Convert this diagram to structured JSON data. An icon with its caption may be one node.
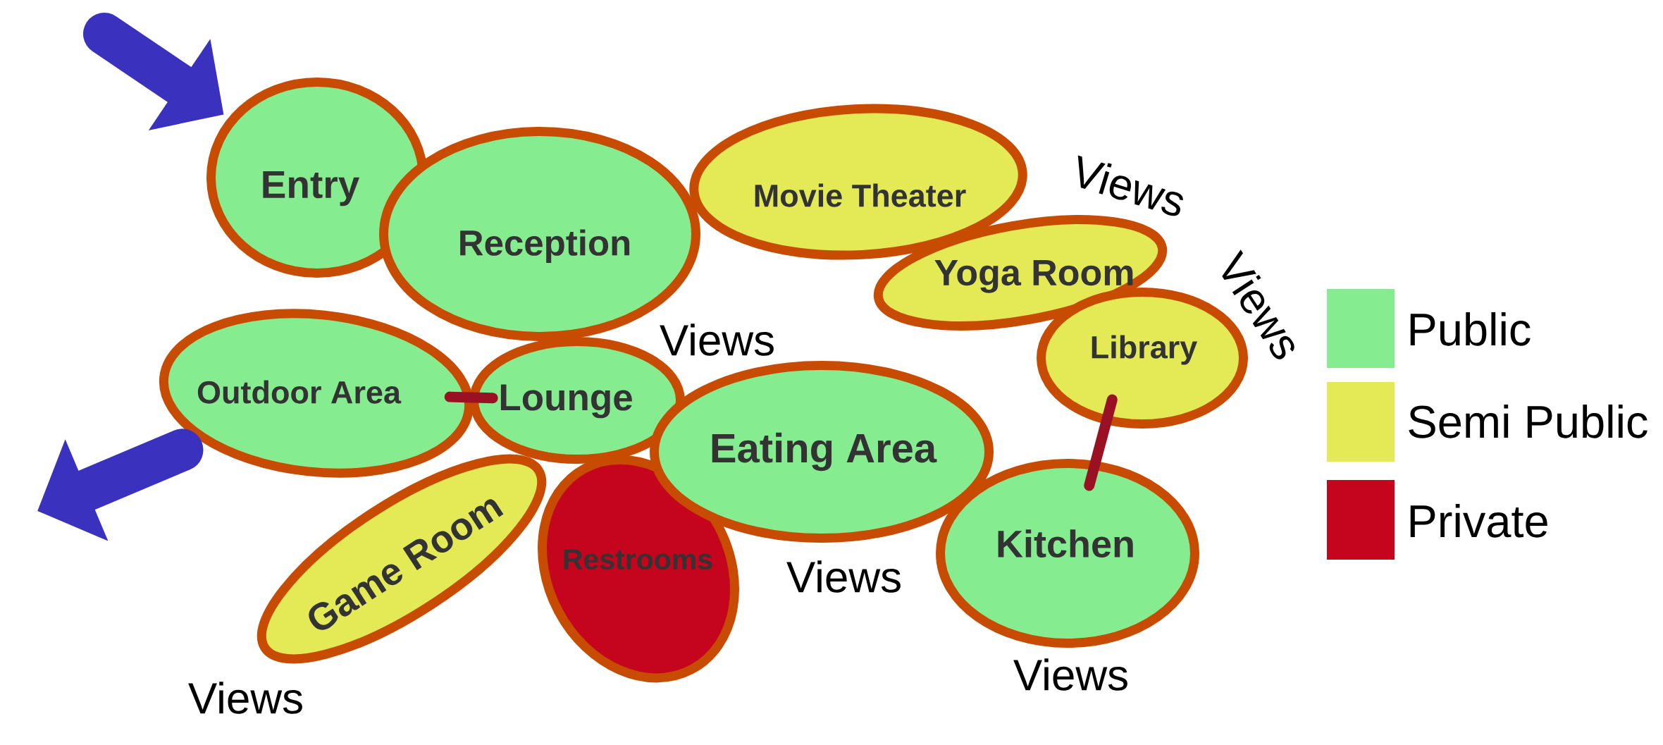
{
  "diagram": {
    "nodes": [
      {
        "text": [
          "Entry"
        ]
      },
      {
        "text": [
          "Reception"
        ]
      },
      {
        "text": [
          "Movie Theater"
        ]
      },
      {
        "text": [
          "Yoga Room"
        ]
      },
      {
        "text": [
          "Library"
        ]
      },
      {
        "text": [
          "Outdoor Area"
        ]
      },
      {
        "text": [
          "Lounge"
        ]
      },
      {
        "text": [
          "Eating Area"
        ]
      },
      {
        "text": [
          "Kitchen"
        ]
      },
      {
        "text": [
          "Game Room"
        ]
      },
      {
        "text": [
          "Restrooms"
        ]
      }
    ],
    "edges": [
      {
        "from": null,
        "to": 0,
        "arrow": "to",
        "style": "thick",
        "color": "#3a31bf"
      },
      {
        "from": 5,
        "to": null,
        "arrow": "to",
        "style": "thick",
        "color": "#3a31bf"
      },
      {
        "from": 5,
        "to": 6,
        "arrow": "none",
        "color": "#9b1124"
      },
      {
        "from": 4,
        "to": 8,
        "arrow": "none",
        "color": "#9b1124"
      }
    ],
    "labels": [
      "Views",
      "Views",
      "Views",
      "Views",
      "Views",
      "Views"
    ],
    "legend": [
      {
        "text": "Public",
        "color": "#85ed90"
      },
      {
        "text": "Semi Public",
        "color": "#e3ea55"
      },
      {
        "text": "Private",
        "color": "#c5041d"
      }
    ]
  }
}
